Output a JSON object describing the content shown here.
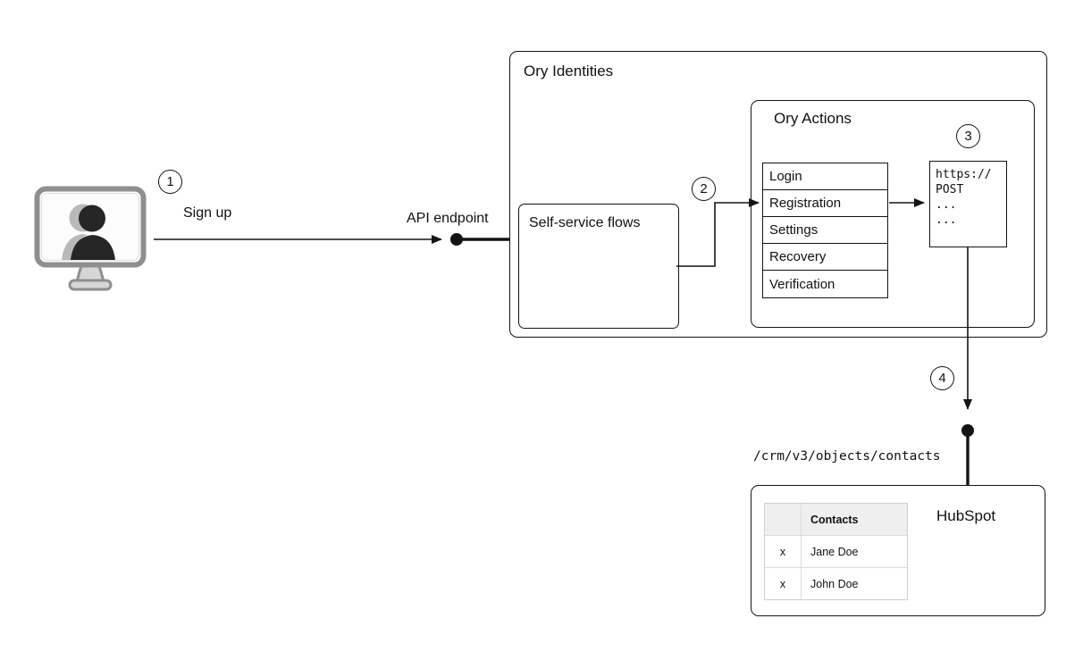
{
  "steps": [
    "1",
    "2",
    "3",
    "4"
  ],
  "labels": {
    "sign_up": "Sign up",
    "api_endpoint": "API endpoint",
    "crm_path": "/crm/v3/objects/contacts"
  },
  "ory_identities": {
    "title": "Ory Identities"
  },
  "self_service": {
    "title": "Self-service flows"
  },
  "ory_actions": {
    "title": "Ory Actions",
    "flows": [
      "Login",
      "Registration",
      "Settings",
      "Recovery",
      "Verification"
    ]
  },
  "code_box": {
    "lines": [
      "https://",
      "POST",
      "...",
      "..."
    ]
  },
  "hubspot": {
    "title": "HubSpot",
    "table": {
      "header": "Contacts",
      "rows": [
        {
          "mark": "x",
          "name": "Jane Doe"
        },
        {
          "mark": "x",
          "name": "John Doe"
        }
      ]
    }
  },
  "colors": {
    "line": "#141414",
    "table_header_bg": "#efefef",
    "table_border": "#cfcfcf"
  }
}
